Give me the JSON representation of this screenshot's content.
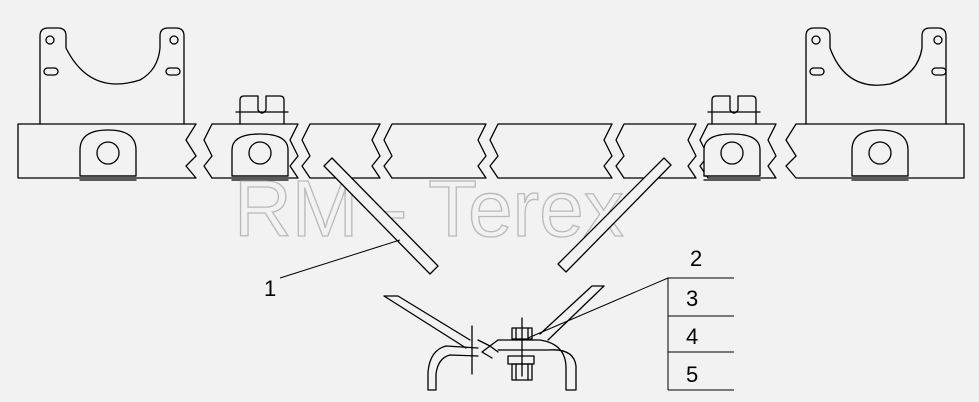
{
  "watermark": {
    "text": "RM - Terex"
  },
  "callouts": [
    {
      "id": "1",
      "label": "1"
    },
    {
      "id": "2",
      "label": "2"
    },
    {
      "id": "3",
      "label": "3"
    },
    {
      "id": "4",
      "label": "4"
    },
    {
      "id": "5",
      "label": "5"
    }
  ]
}
